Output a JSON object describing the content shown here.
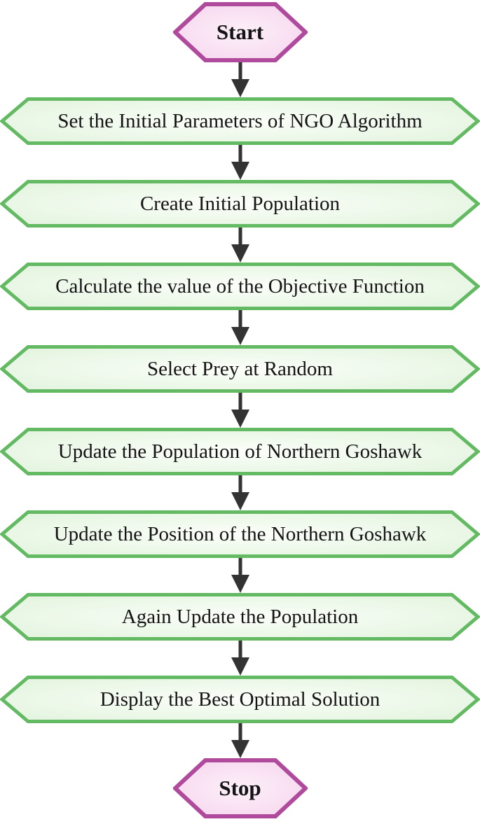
{
  "flowchart": {
    "start": {
      "label": "Start"
    },
    "stop": {
      "label": "Stop"
    },
    "steps": [
      {
        "label": "Set the Initial Parameters of NGO Algorithm"
      },
      {
        "label": "Create Initial Population"
      },
      {
        "label": "Calculate the value of the Objective Function"
      },
      {
        "label": "Select Prey at Random"
      },
      {
        "label": "Update the Population of Northern Goshawk"
      },
      {
        "label": "Update the Position of the Northern Goshawk"
      },
      {
        "label": "Again Update the Population"
      },
      {
        "label": "Display the Best Optimal Solution"
      }
    ],
    "colors": {
      "terminal_border": "#b04a9c",
      "terminal_fill_center": "#fdf0f9",
      "terminal_fill_edge": "#f5d3ec",
      "process_border": "#63ba63",
      "process_fill_center": "#fbfef9",
      "process_fill_edge": "#e1f3dc",
      "arrow": "#333333",
      "text": "#141414"
    }
  }
}
